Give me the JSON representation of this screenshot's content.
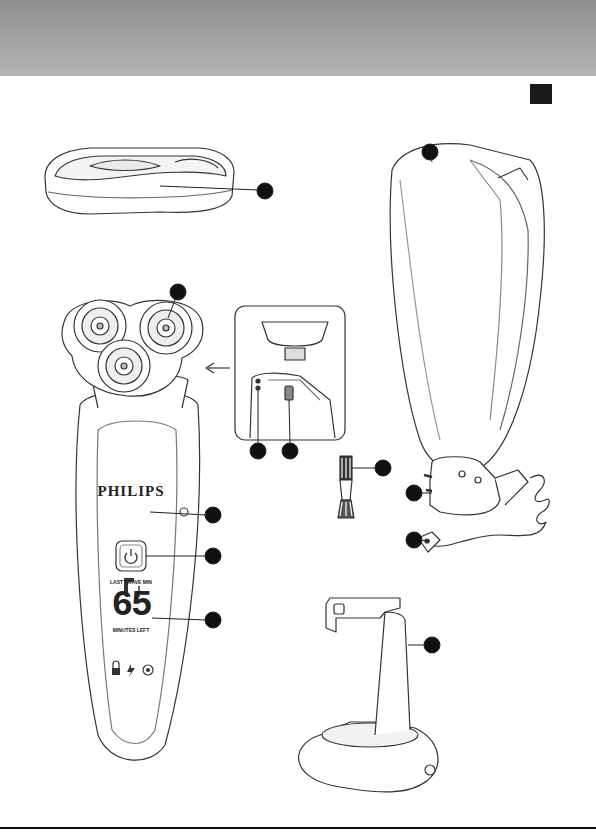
{
  "diagram": {
    "labels": [
      "PHILIPS",
      "LAST SHAVE MIN",
      "65",
      "MINUTES LEFT"
    ]
  }
}
